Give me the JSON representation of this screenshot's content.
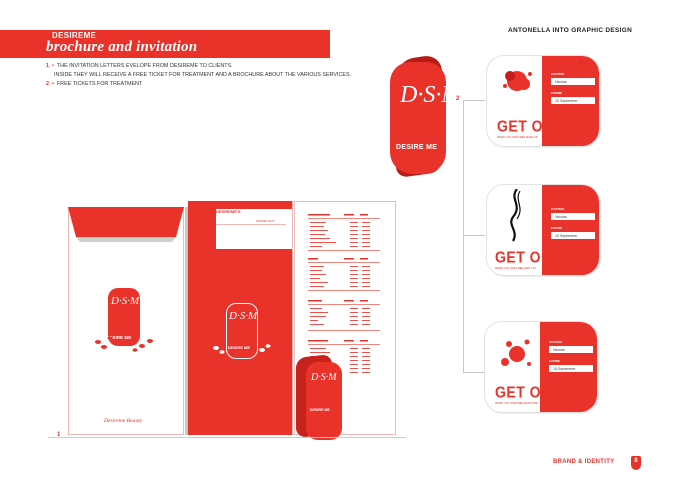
{
  "header": {
    "section_label": "DESIREME",
    "title": "brochure and invitation",
    "studio": "ANTONELLA INTO GRAPHIC DESIGN"
  },
  "list": [
    {
      "num": "1",
      "text": "THE INVITATION LETTERS EVELOPE FROM DESIREME TO CLIENTS."
    },
    {
      "num": "",
      "text": "INSIDE THEY WILL RECEIVE A FREE TICKET FOR TREATMENT AND A BROCHURE ABOUT THE VARIOUS SERVICES."
    },
    {
      "num": "2",
      "text": "FREE TICKETS FOR TREATMENT"
    }
  ],
  "logo": {
    "monogram": "D·S·M",
    "brand": "DESIRE ME"
  },
  "envelope": {
    "footer": "Desireme Beauty"
  },
  "spread": {
    "title": "DESIREME'S",
    "price_header": "GINMET  EUT"
  },
  "cards": [
    {
      "headline": "GET ON",
      "label1": "CUSTOM",
      "value1": "Nicolas",
      "label2": "EXPIRE",
      "value2": "15 September",
      "tagline": "WHEN YOU ONE FREE MAKE UP"
    },
    {
      "headline": "GET ON",
      "label1": "CUSTOM",
      "value1": "Nicolas",
      "label2": "EXPIRE",
      "value2": "15 September",
      "tagline": "WHEN YOU ONE FREE HAIR CUT"
    },
    {
      "headline": "GET ON",
      "label1": "CUSTOM",
      "value1": "Nicolas",
      "label2": "EXPIRE",
      "value2": "15 September",
      "tagline": "WHEN YOU ONE FREE MANICURE"
    }
  ],
  "markers": {
    "one": "1",
    "two": "2"
  },
  "footer": {
    "label": "BRAND & IDENTITY",
    "page": "8"
  },
  "colors": {
    "accent": "#e8322a",
    "dark_red": "#b81c17"
  }
}
